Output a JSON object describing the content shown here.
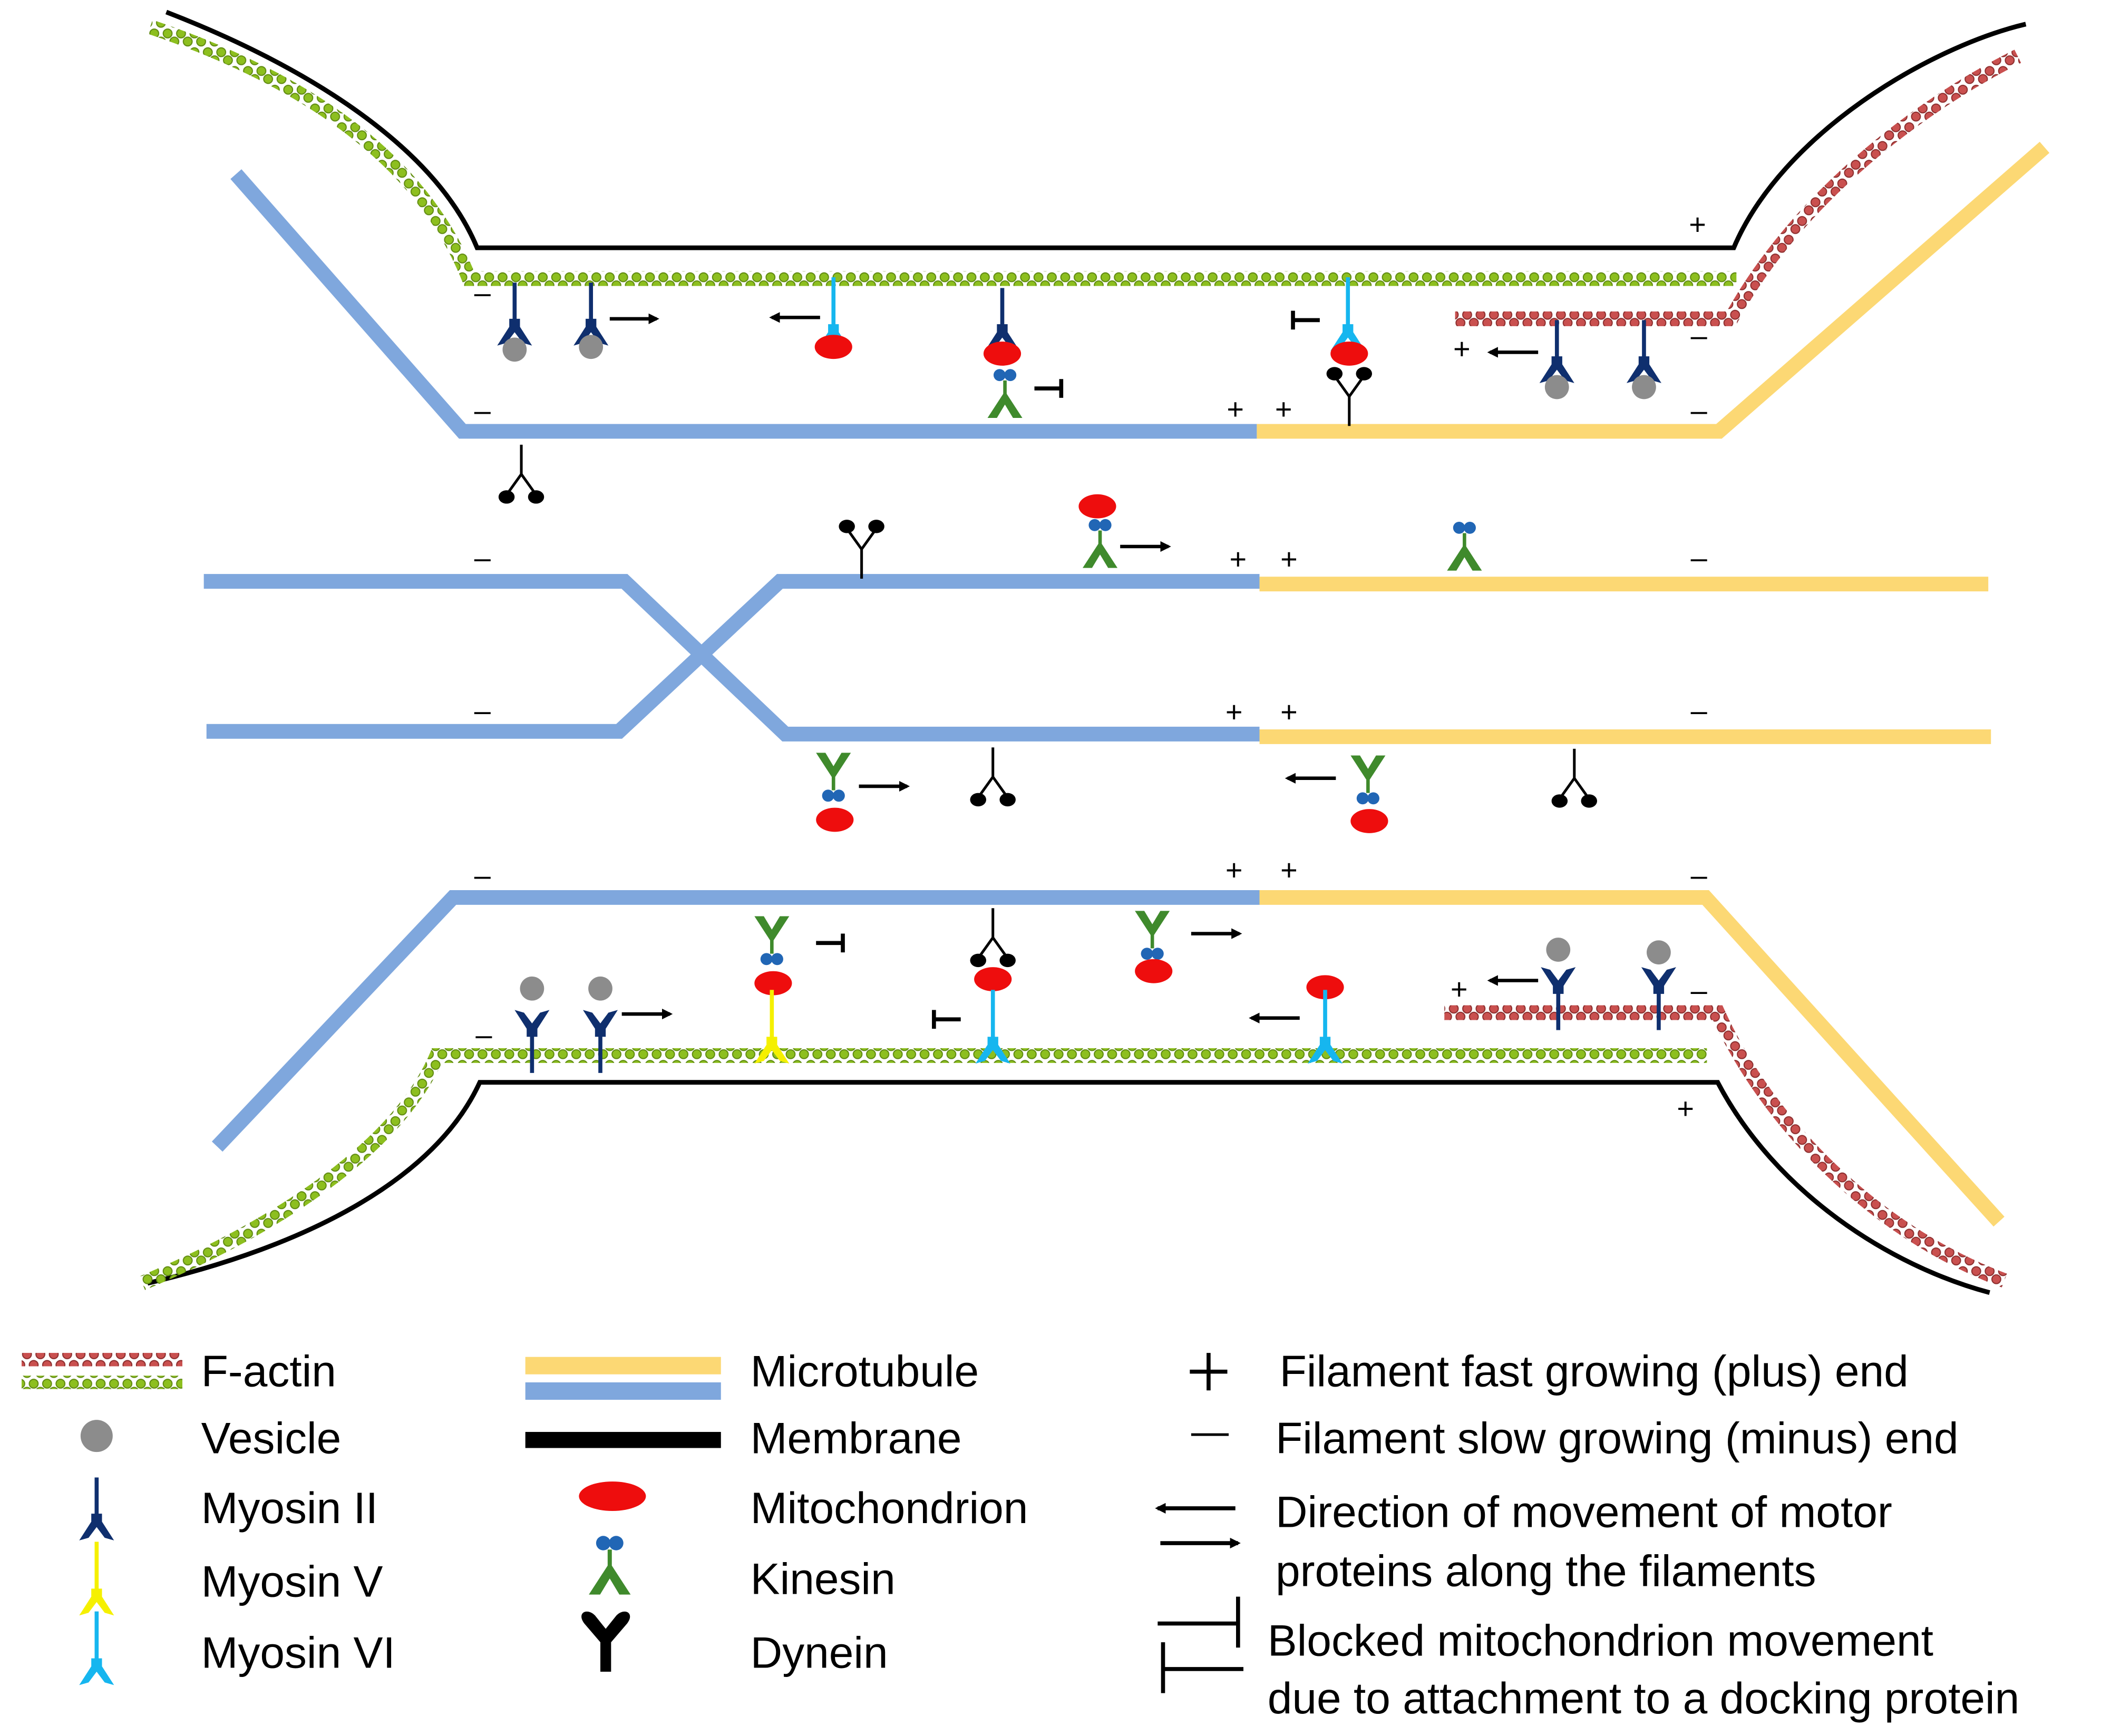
{
  "colors": {
    "actin_green": "#8dbf1f",
    "actin_red": "#c9504f",
    "microtubule_blue": "#7fa7dd",
    "microtubule_yellow": "#fcd874",
    "membrane": "#000000",
    "vesicle": "#8c8c8c",
    "myosin_ii": "#0f2f6e",
    "myosin_v": "#f5f000",
    "myosin_vi": "#16b6ef",
    "mitochondrion": "#ee0d0d",
    "kinesin_green": "#3f8a2c",
    "kinesin_blue": "#2166b5",
    "dynein": "#000000"
  },
  "icons": {
    "vesicle": "circle",
    "myosin": "y-shaped-motor",
    "kinesin": "inverted-v-motor-with-two-heads",
    "dynein": "y-shaped-motor-with-two-heads",
    "mitochondrion": "ellipse",
    "direction": "arrow",
    "block": "t-bar"
  },
  "signs": {
    "plus": "+",
    "minus": "–"
  },
  "legend": {
    "f_actin": "F-actin",
    "vesicle": "Vesicle",
    "myosin_ii": "Myosin II",
    "myosin_v": "Myosin V",
    "myosin_vi": "Myosin VI",
    "microtubule": "Microtubule",
    "membrane": "Membrane",
    "mitochondrion": "Mitochondrion",
    "kinesin": "Kinesin",
    "dynein": "Dynein",
    "plus_end": "Filament fast growing (plus) end",
    "minus_end": "Filament slow growing (minus) end",
    "direction_line1": "Direction of movement of motor",
    "direction_line2": "proteins along the filaments",
    "blocked_line1": "Blocked mitochondrion movement",
    "blocked_line2": "due to attachment to a docking protein"
  }
}
